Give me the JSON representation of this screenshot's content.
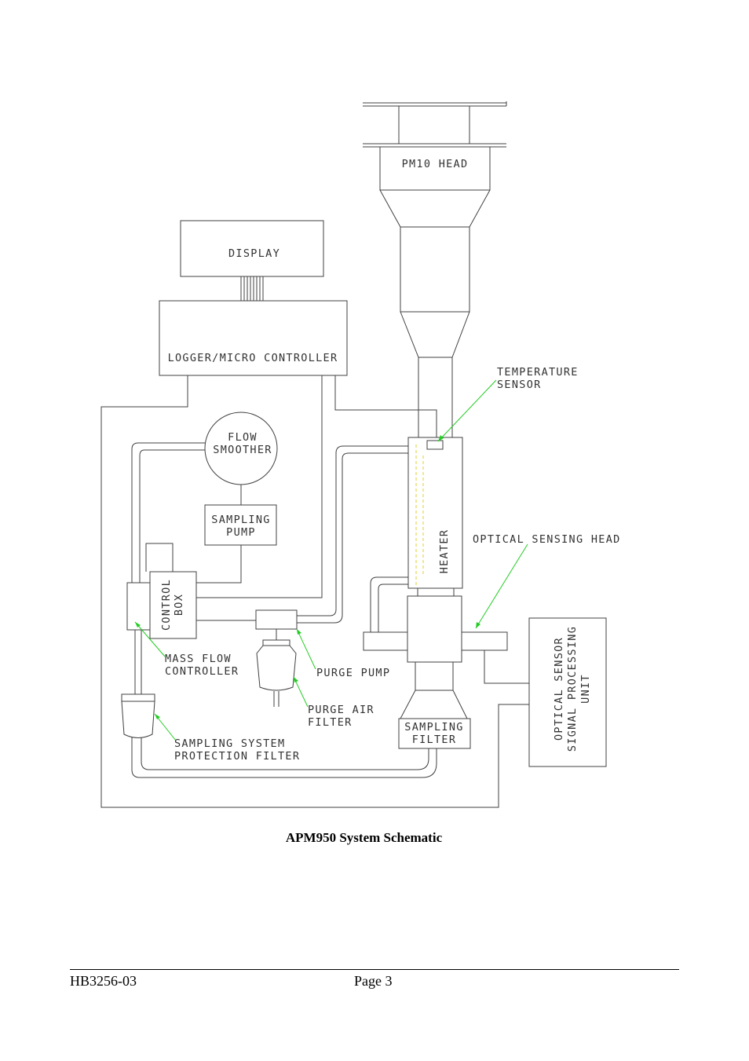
{
  "diagram": {
    "labels": {
      "pm10_head": "PM10 HEAD",
      "display": "DISPLAY",
      "logger": "LOGGER/MICRO CONTROLLER",
      "temperature_sensor": [
        "TEMPERATURE",
        "SENSOR"
      ],
      "flow_smoother": [
        "FLOW",
        "SMOOTHER"
      ],
      "sampling_pump": [
        "SAMPLING",
        "PUMP"
      ],
      "heater": "HEATER",
      "optical_sensing_head": "OPTICAL SENSING HEAD",
      "control_box": [
        "CONTROL",
        "BOX"
      ],
      "mass_flow_controller": [
        "MASS FLOW",
        "CONTROLLER"
      ],
      "purge_pump": "PURGE PUMP",
      "purge_air_filter": [
        "PURGE AIR",
        "FILTER"
      ],
      "sampling_filter": [
        "SAMPLING",
        "FILTER"
      ],
      "sampling_system_protection_filter": [
        "SAMPLING SYSTEM",
        "PROTECTION FILTER"
      ],
      "optical_sensor_unit": [
        "OPTICAL SENSOR",
        "SIGNAL PROCESSING",
        "UNIT"
      ]
    },
    "colors": {
      "pointer": "#22cc22",
      "heater_element": "#e0d030",
      "line": "#404040"
    }
  },
  "caption": "APM950 System Schematic",
  "footer": {
    "document_id": "HB3256-03",
    "page": "Page 3"
  }
}
